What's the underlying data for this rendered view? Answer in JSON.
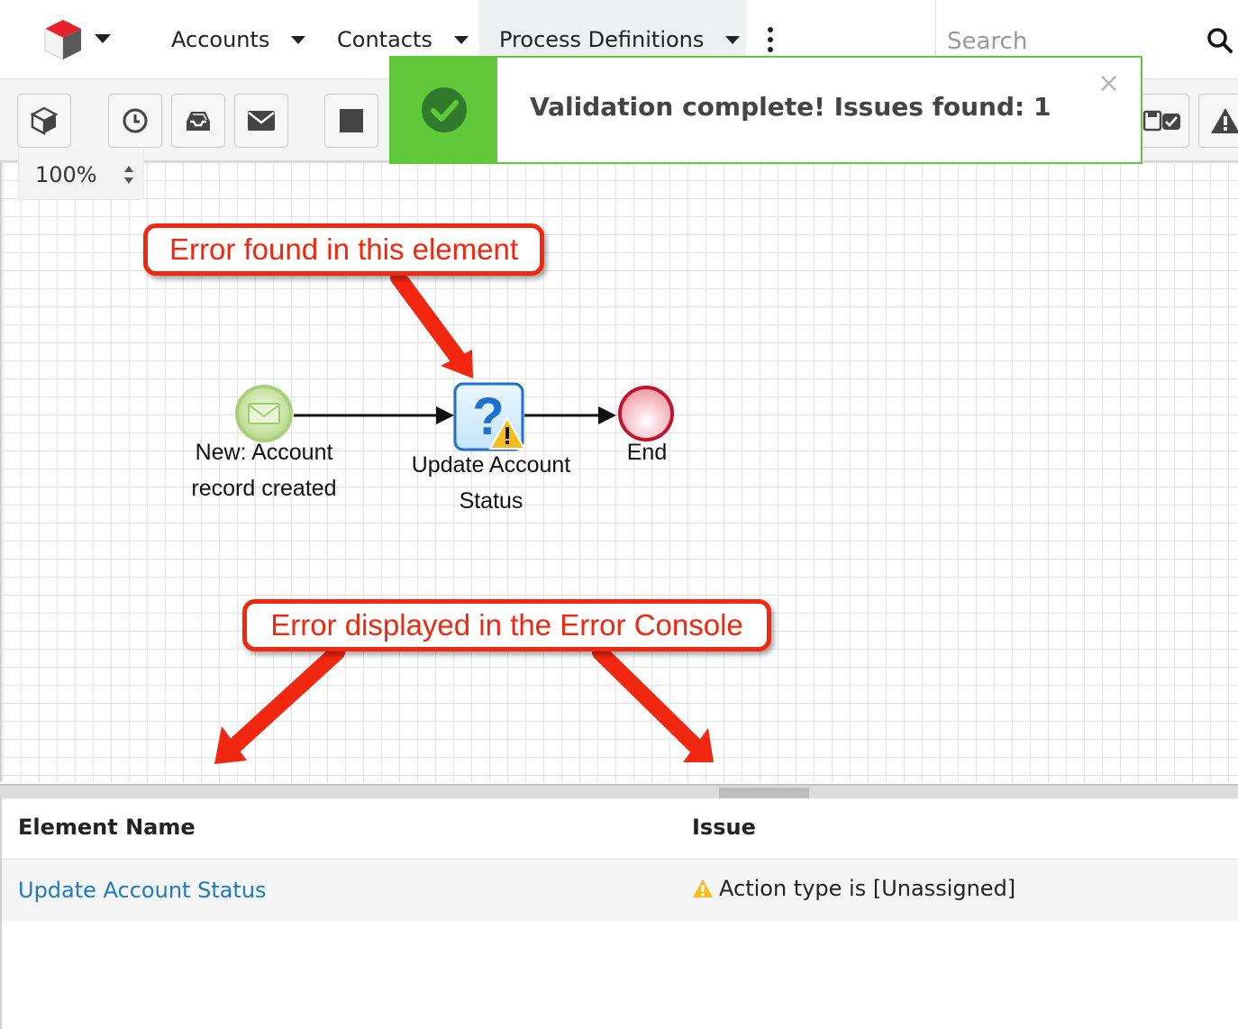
{
  "nav": {
    "items": [
      {
        "label": "Accounts"
      },
      {
        "label": "Contacts"
      },
      {
        "label": "Process Definitions",
        "active": true
      }
    ],
    "search_placeholder": "Search"
  },
  "toolbar": {
    "zoom": "100%",
    "icons": [
      "cube-icon",
      "clock-icon",
      "inbox-icon",
      "envelope-icon",
      "square-icon",
      "save-validate-icon",
      "warning-icon"
    ]
  },
  "notification": {
    "message": "Validation complete! Issues found: 1",
    "color": "#5fc93a"
  },
  "diagram": {
    "start_event": "New: Account\nrecord created",
    "action": "Update Account\nStatus",
    "end_event": "End"
  },
  "annotations": {
    "element_error": "Error found in this element",
    "console_error": "Error displayed in the Error Console",
    "color": "#f2270f"
  },
  "error_console": {
    "columns": [
      "Element Name",
      "Issue"
    ],
    "rows": [
      {
        "element": "Update Account Status",
        "issue": "Action type is [Unassigned]"
      }
    ]
  }
}
